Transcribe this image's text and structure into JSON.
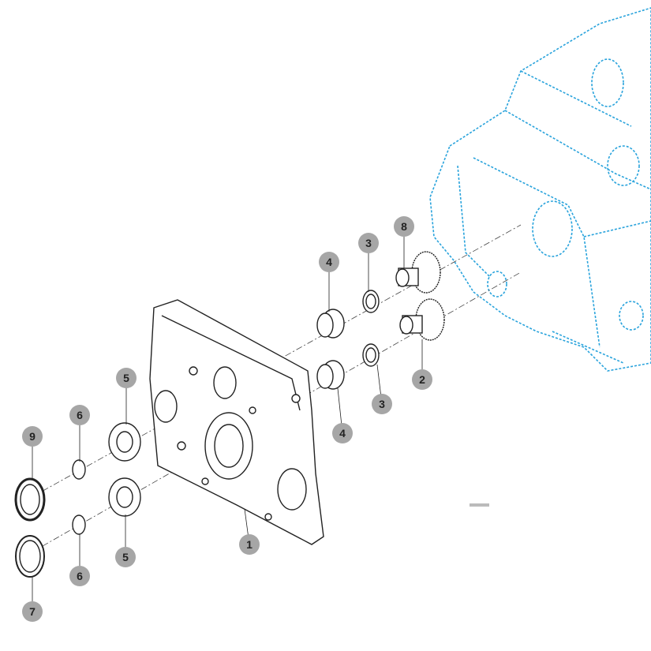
{
  "diagram": {
    "colors": {
      "housing_outline": "#29a3dc",
      "part_outline": "#222222",
      "callout_fill": "#a6a6a6"
    },
    "callouts": [
      {
        "label": "4"
      },
      {
        "label": "3"
      },
      {
        "label": "8"
      },
      {
        "label": "2"
      },
      {
        "label": "3"
      },
      {
        "label": "4"
      },
      {
        "label": "5"
      },
      {
        "label": "6"
      },
      {
        "label": "9"
      },
      {
        "label": "5"
      },
      {
        "label": "6"
      },
      {
        "label": "7"
      },
      {
        "label": "1"
      }
    ]
  }
}
